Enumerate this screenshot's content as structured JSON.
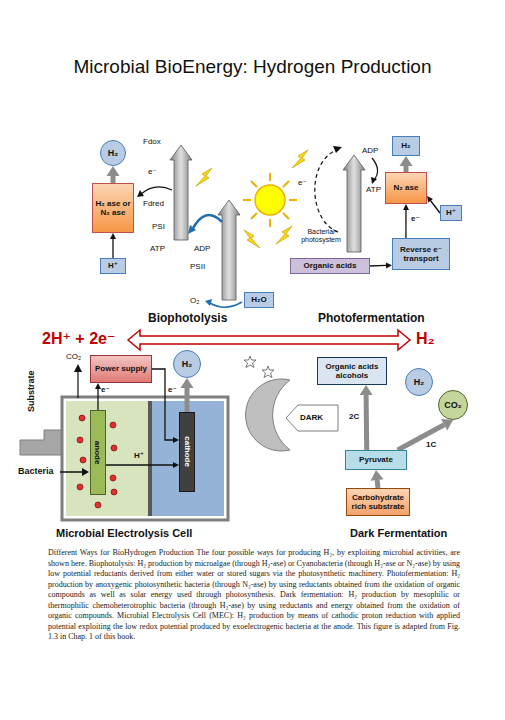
{
  "diagram": {
    "title": "Microbial BioEnergy: Hydrogen Production",
    "caption": "Different Ways for BioHydrogen Production The four possible ways for producing H₂, by exploiting microbial activities, are shown here. Biophotolysis: H₂ production by microalgae (through H₂-ase) or Cyanobacteria (through H₂-ase or N₂-ase) by using low potential reductants derived from either water or stored sugars via the photosynthetic machinery. Photofermentation: H₂ production by anoxygenic photosynthetic bacteria (through N₂-ase) by using reductants obtained from the oxidation of organic compounds as well as solar energy used through photosynthesis. Dark fermentation: H₂ production by mesophilic or thermophilic chemoheterotrophic bacteria (through H₂-ase) by using reductants and energy obtained from the oxidation of organic compounds. Microbial Electrolysis Cell (MEC): H₂ production by means of cathodic proton reduction with applied potential exploiting the low redox potential produced by exoelectrogenic bacteria at the anode. This figure is adapted from Fig. 1.3 in Chap. 1 of this book.",
    "nodes": [
      {
        "text": [
          "H₂"
        ]
      },
      {
        "text": [
          "H₂ ase or N₂ ase"
        ]
      },
      {
        "text": [
          "H⁺"
        ]
      },
      {
        "text": [
          "H₂O"
        ]
      },
      {
        "text": [
          "H₂"
        ]
      },
      {
        "text": [
          "N₂ ase"
        ]
      },
      {
        "text": [
          "H⁺"
        ]
      },
      {
        "text": [
          "Reverse e⁻ transport"
        ]
      },
      {
        "text": [
          "Organic acids"
        ]
      },
      {
        "text": [
          "Power supply"
        ]
      },
      {
        "text": [
          "H₂"
        ]
      },
      {
        "text": [
          "anode"
        ]
      },
      {
        "text": [
          "cathode"
        ]
      },
      {
        "text": [
          "Organic acids alcohols"
        ]
      },
      {
        "text": [
          "H₂"
        ]
      },
      {
        "text": [
          "CO₂"
        ]
      },
      {
        "text": [
          "Pyruvate"
        ]
      },
      {
        "text": [
          "Carbohydrate rich substrate"
        ]
      }
    ],
    "edges": [
      {
        "from": 1,
        "to": 0,
        "arrow": "to"
      },
      {
        "from": 2,
        "to": 1,
        "arrow": "to"
      },
      {
        "from": 5,
        "to": 4,
        "arrow": "to"
      },
      {
        "from": 6,
        "to": 5,
        "arrow": "to"
      },
      {
        "from": 7,
        "to": 5,
        "arrow": "to",
        "label": "e⁻"
      },
      {
        "from": 8,
        "to": 7,
        "arrow": "to"
      },
      {
        "from": 11,
        "to": 9,
        "arrow": "to",
        "label": "e⁻"
      },
      {
        "from": 9,
        "to": 12,
        "arrow": "to",
        "label": "e⁻"
      },
      {
        "from": 11,
        "to": 12,
        "arrow": "to",
        "label": "H⁺"
      },
      {
        "from": 12,
        "to": 10,
        "arrow": "to"
      },
      {
        "from": 17,
        "to": 16,
        "arrow": "to"
      },
      {
        "from": 16,
        "to": 13,
        "arrow": "to",
        "label": "2C"
      },
      {
        "from": 16,
        "to": 15,
        "arrow": "to",
        "label": "1C"
      }
    ],
    "labels": [
      "Fdox",
      "Fdred",
      "e⁻",
      "PSI",
      "ATP",
      "ADP",
      "PSII",
      "O₂",
      "Biophotolysis",
      "e⁻",
      "ADP",
      "ATP",
      "Bacterial photosystem",
      "Photofermentation",
      "2H⁺ + 2e⁻",
      "H₂",
      "CO₂",
      "Substrate",
      "Bacteria",
      "Microbial Electrolysis Cell",
      "DARK",
      "Dark Fermentation"
    ]
  }
}
